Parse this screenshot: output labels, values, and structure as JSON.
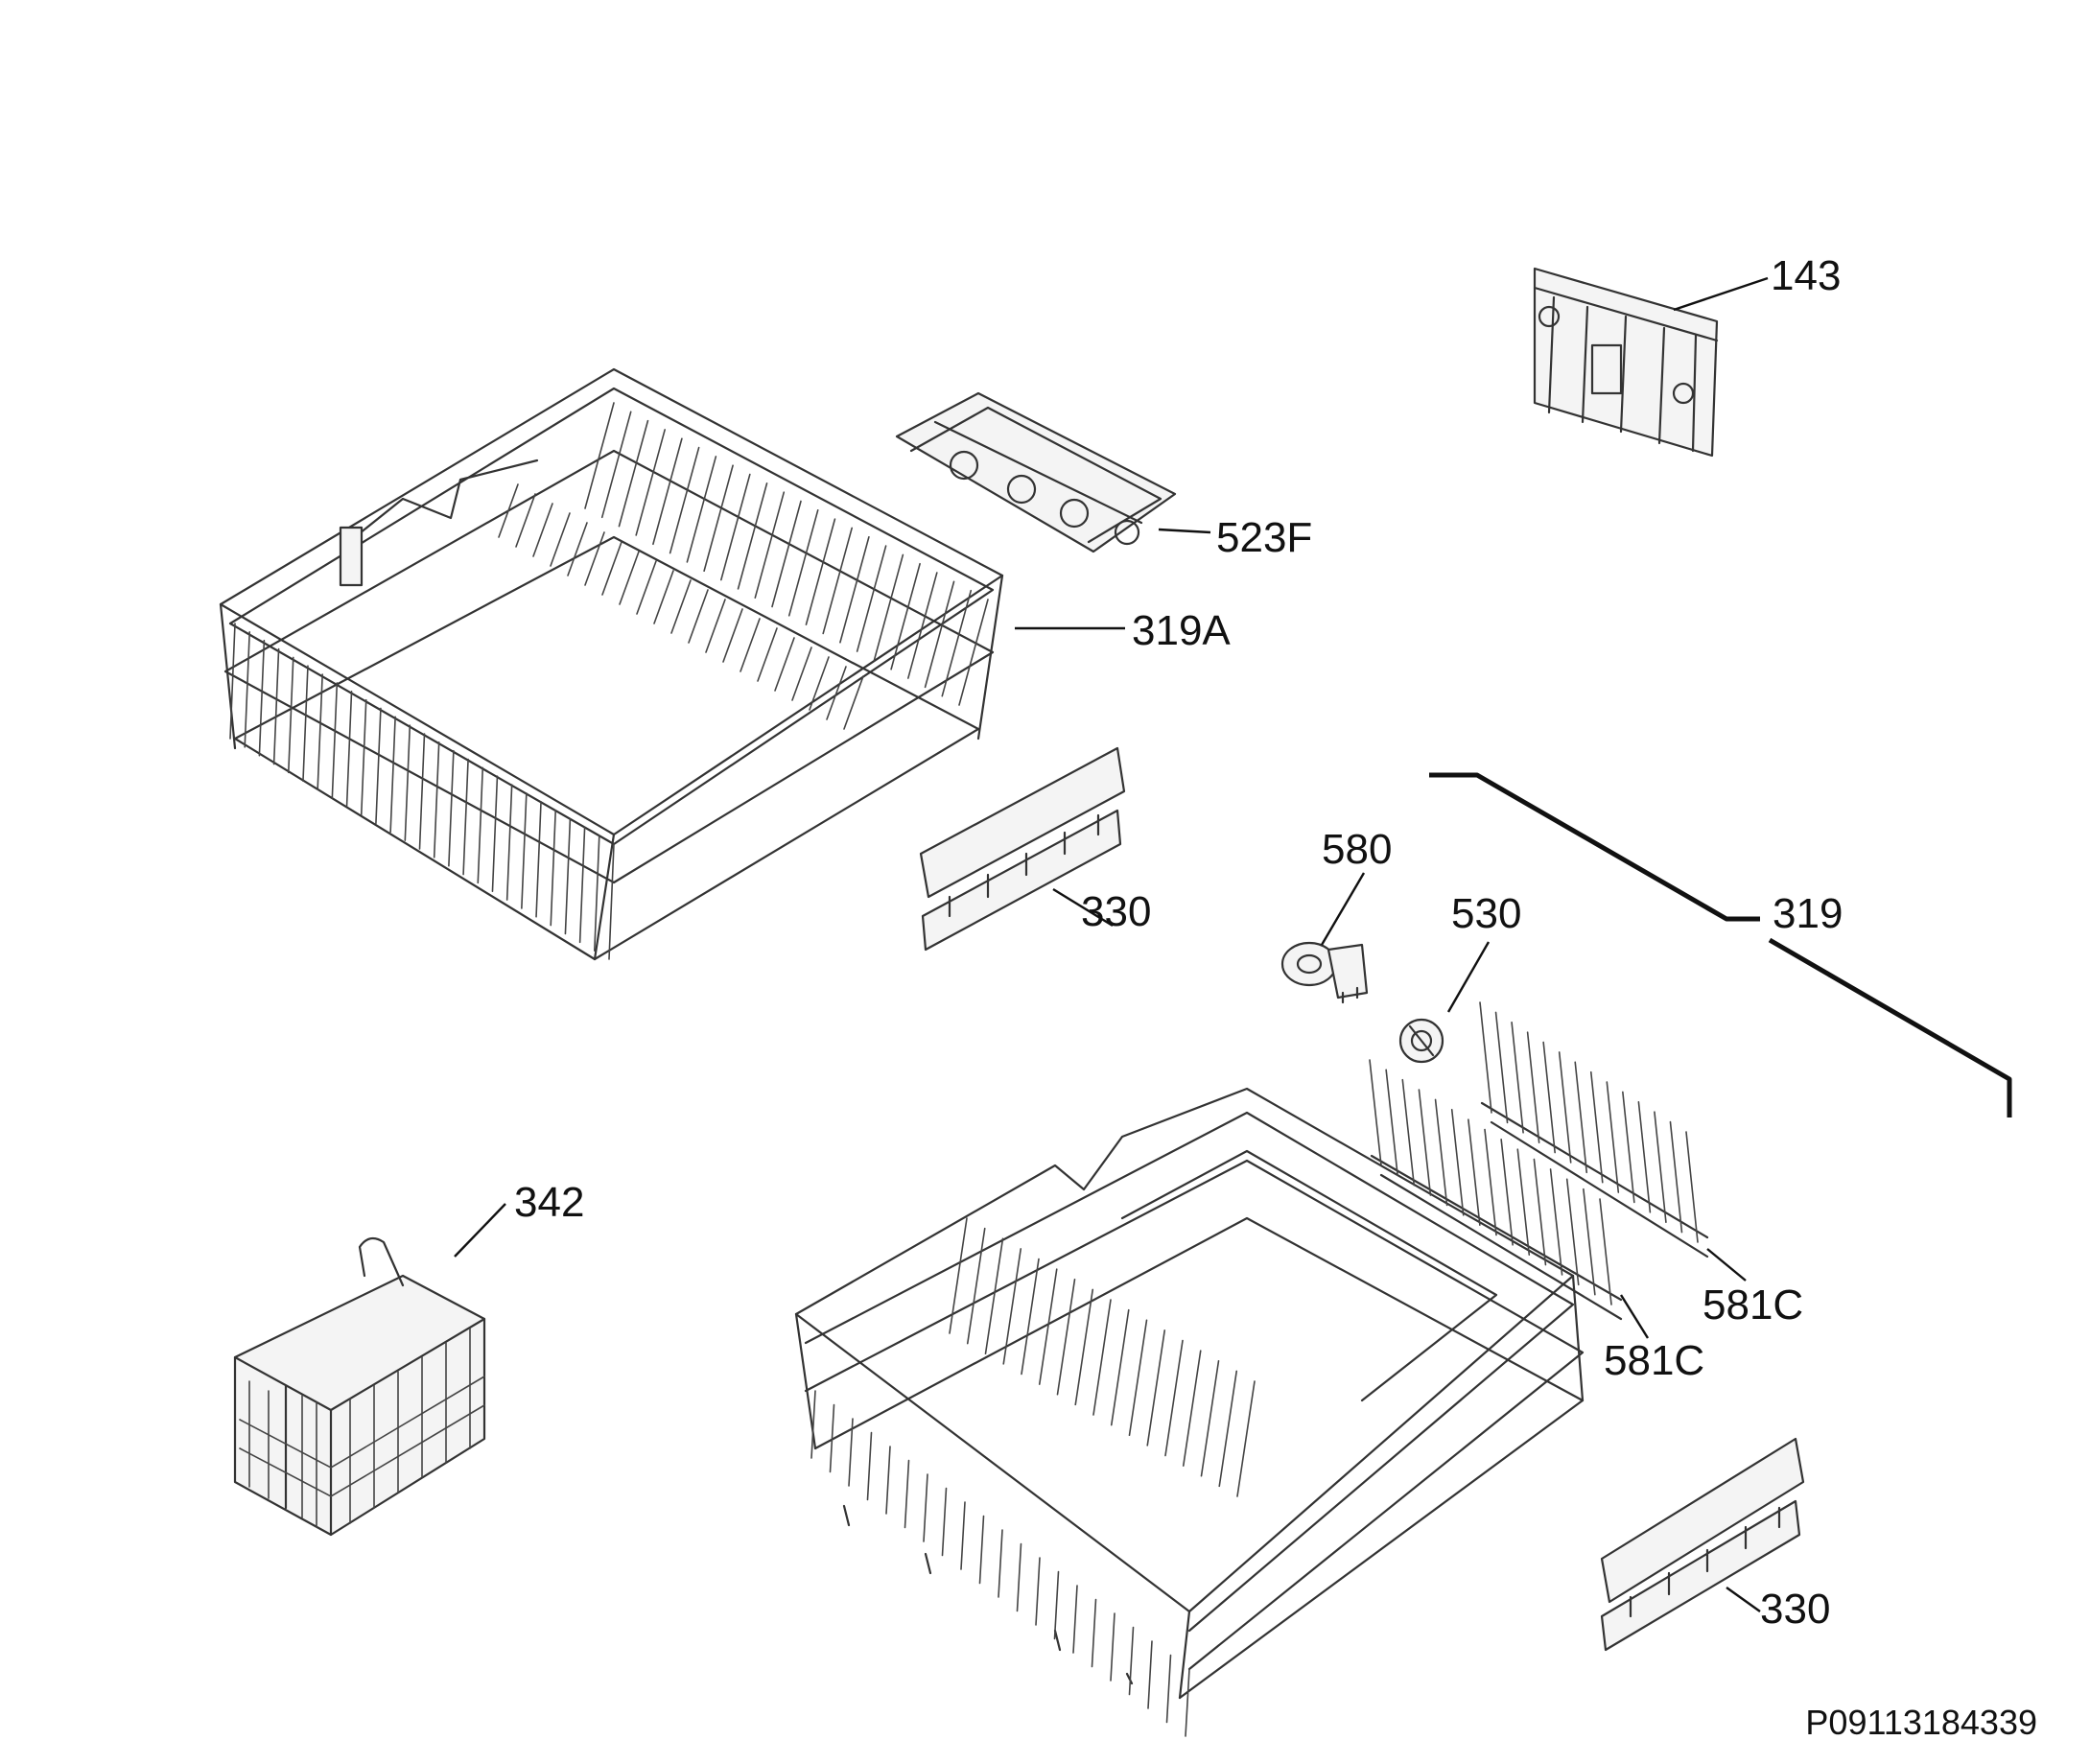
{
  "callouts": {
    "c143": "143",
    "c523f": "523F",
    "c319a": "319A",
    "c330_top": "330",
    "c580": "580",
    "c530": "530",
    "c319": "319",
    "c342": "342",
    "c581c_right": "581C",
    "c581c_left": "581C",
    "c330_bottom": "330"
  },
  "reference_code": "P09113184339"
}
